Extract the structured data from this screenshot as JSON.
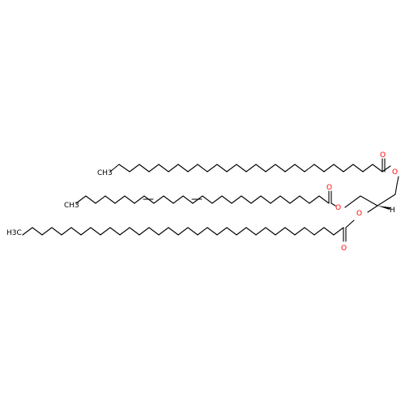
{
  "molecule": {
    "colors": {
      "bond": "#000000",
      "oxygen": "#ff0000",
      "background": "#ffffff"
    },
    "labels": {
      "ch3_top": "CH3",
      "ch3_mid": "CH3",
      "ch3_bottom": "H3C",
      "ester_o_top": "O",
      "carbonyl_o_top": "O",
      "ester_o_mid": "O",
      "carbonyl_o_mid": "O",
      "ester_o_bottom": "O",
      "carbonyl_o_bottom": "O",
      "stereo_h": "H"
    }
  }
}
